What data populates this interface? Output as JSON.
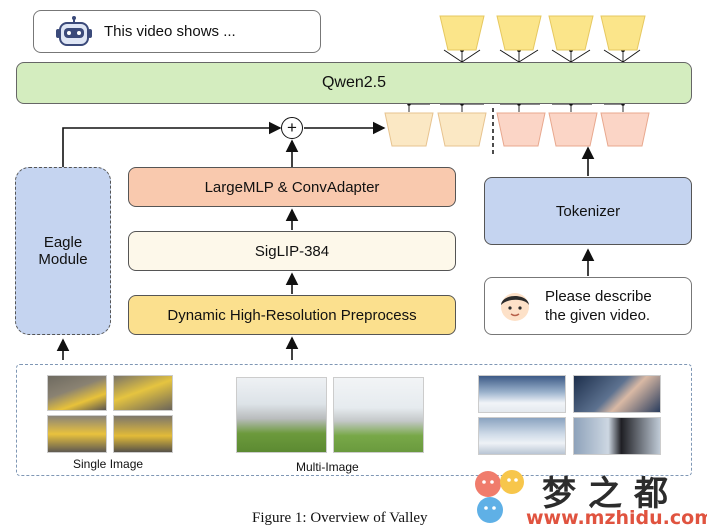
{
  "output_bubble": {
    "text": "This video shows ...",
    "icon": "robot-icon"
  },
  "llm": {
    "label": "Qwen2.5"
  },
  "adapter": {
    "label": "LargeMLP & ConvAdapter"
  },
  "encoder": {
    "label": "SigLIP-384"
  },
  "preprocess": {
    "label": "Dynamic High-Resolution Preprocess"
  },
  "eagle": {
    "line1": "Eagle",
    "line2": "Module"
  },
  "tokenizer": {
    "label": "Tokenizer"
  },
  "prompt_bubble": {
    "line1": "Please describe",
    "line2": "the given video.",
    "icon": "user-avatar-icon"
  },
  "fusion": {
    "symbol": "+"
  },
  "inputs": {
    "single_image_caption": "Single Image",
    "multi_image_caption": "Multi-Image"
  },
  "figure_caption": "Figure 1: Overview of Valley",
  "watermark": {
    "brand": "梦之都",
    "url": "www.mzhidu.com"
  },
  "colors": {
    "llm": "#d4edbf",
    "adapter": "#f9c9ae",
    "encoder": "#fdf8ea",
    "preprocess": "#fbe08e",
    "eagle": "#c5d4f0",
    "tokenizer": "#c5d4f0",
    "visual_token": "#fbe8c4",
    "text_token": "#fbd5c6",
    "output_token": "#fbe58a"
  }
}
